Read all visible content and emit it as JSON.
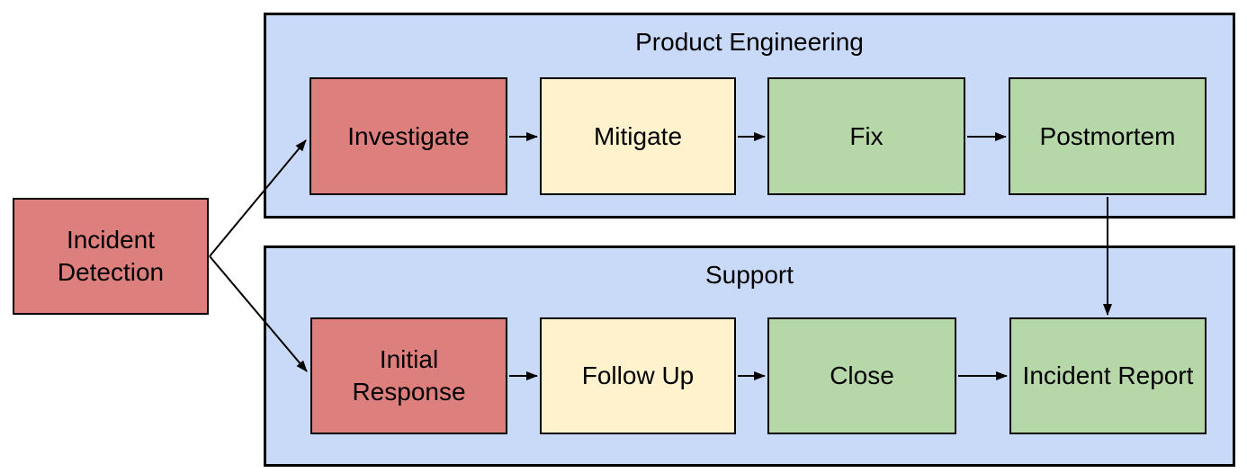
{
  "diagram": {
    "start_node": {
      "label": "Incident Detection",
      "color_key": "red"
    },
    "lanes": [
      {
        "title": "Product Engineering",
        "nodes": [
          {
            "label": "Investigate",
            "color_key": "red"
          },
          {
            "label": "Mitigate",
            "color_key": "yellow"
          },
          {
            "label": "Fix",
            "color_key": "green"
          },
          {
            "label": "Postmortem",
            "color_key": "green"
          }
        ]
      },
      {
        "title": "Support",
        "nodes": [
          {
            "label": "Initial Response",
            "color_key": "red"
          },
          {
            "label": "Follow Up",
            "color_key": "yellow"
          },
          {
            "label": "Close",
            "color_key": "green"
          },
          {
            "label": "Incident Report",
            "color_key": "green"
          }
        ]
      }
    ],
    "edges": [
      {
        "from": "Incident Detection",
        "to": "Investigate"
      },
      {
        "from": "Incident Detection",
        "to": "Initial Response"
      },
      {
        "from": "Investigate",
        "to": "Mitigate"
      },
      {
        "from": "Mitigate",
        "to": "Fix"
      },
      {
        "from": "Fix",
        "to": "Postmortem"
      },
      {
        "from": "Postmortem",
        "to": "Incident Report"
      },
      {
        "from": "Initial Response",
        "to": "Follow Up"
      },
      {
        "from": "Follow Up",
        "to": "Close"
      },
      {
        "from": "Close",
        "to": "Incident Report"
      }
    ],
    "colors": {
      "red": "#DD807D",
      "yellow": "#FFF2CC",
      "green": "#B6D7A8",
      "lane_blue": "#C9DAF8",
      "border": "#000000",
      "background": "#FFFFFF"
    }
  }
}
